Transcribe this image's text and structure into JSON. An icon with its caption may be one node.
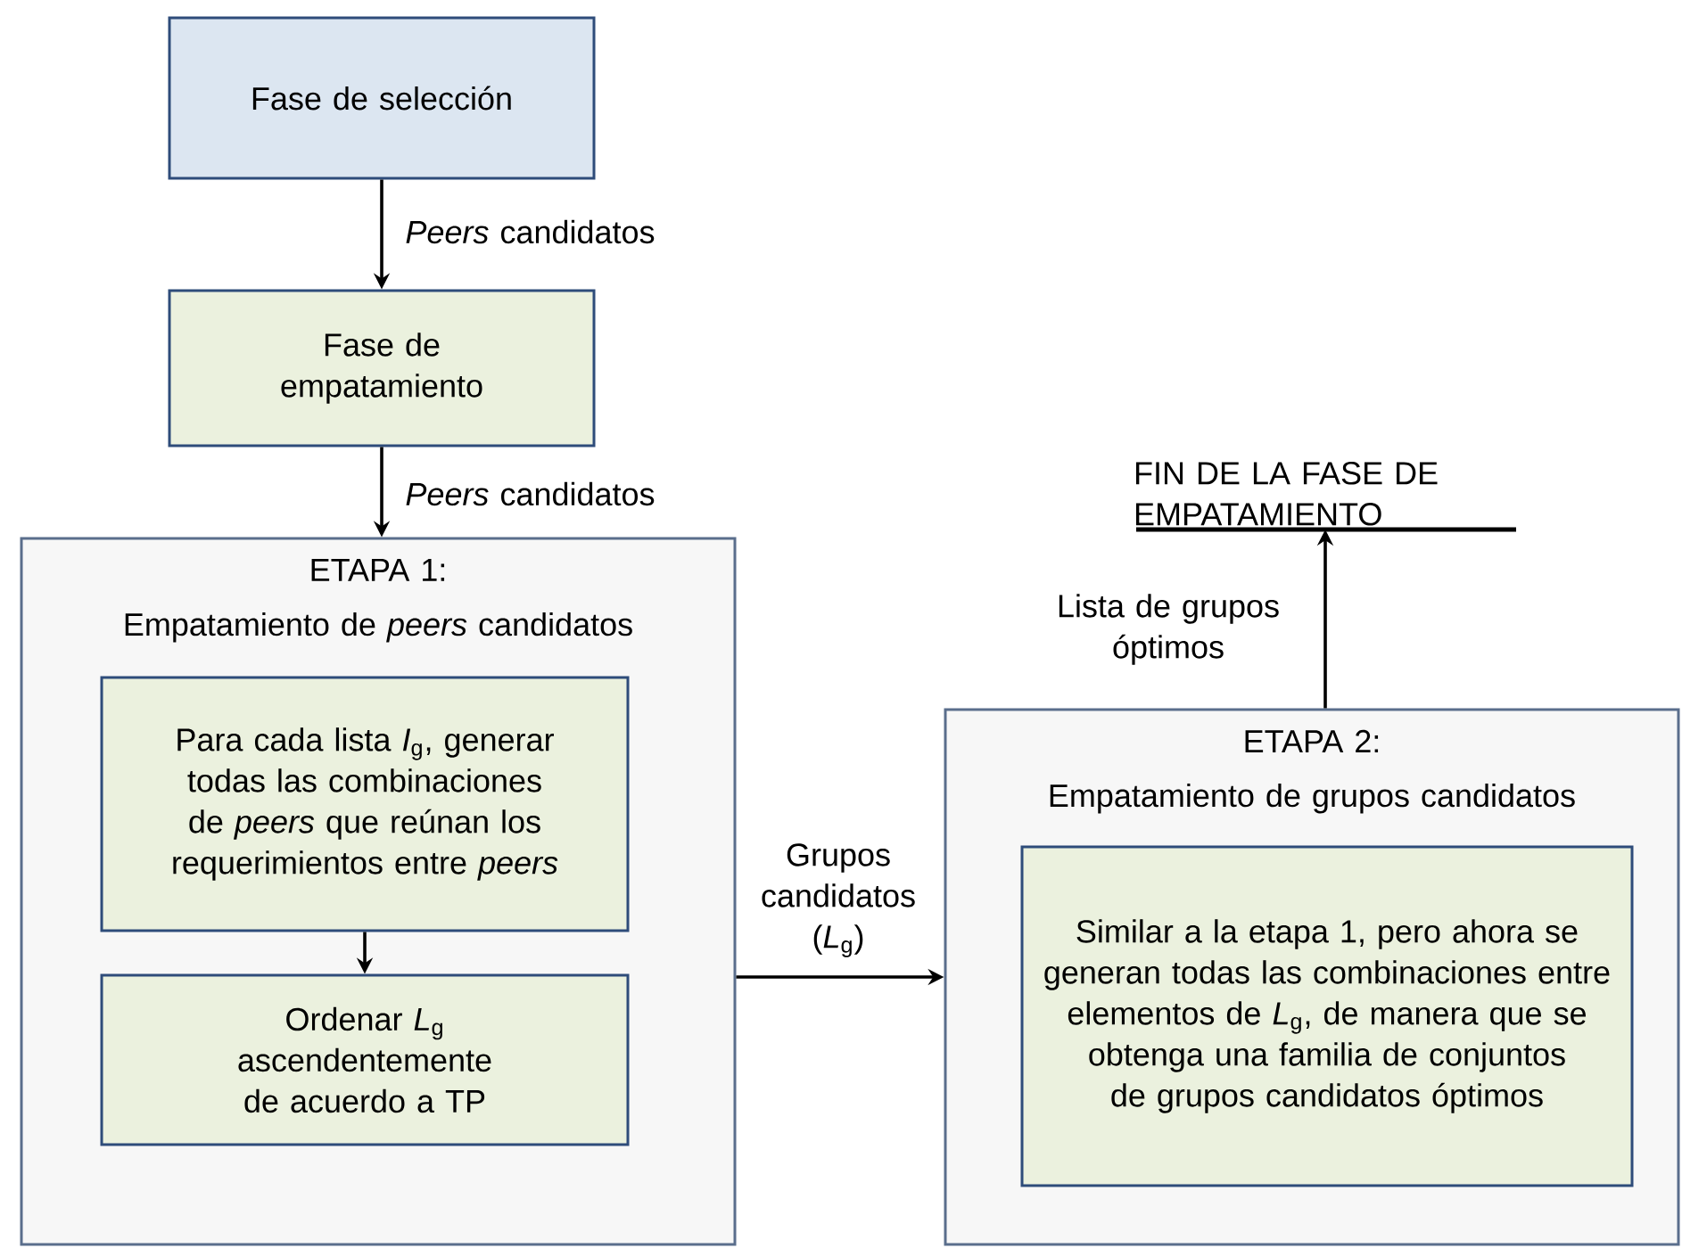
{
  "diagram": {
    "nodes": [
      {
        "text": [
          "Fase de selección"
        ]
      },
      {
        "text": [
          "Fase de empatamiento"
        ]
      },
      {
        "text": [
          "ETAPA 1:",
          "Empatamiento de *peers* candidatos"
        ]
      },
      {
        "text": [
          "Para cada lista *I*$_{g}$, generar todas las combinaciones de *peers* que reúnan los requerimientos entre *peers*"
        ],
        "in": 2
      },
      {
        "text": [
          "Ordenar *L*$_{g}$ ascendentemente de acuerdo a TP"
        ],
        "in": 2
      },
      {
        "text": [
          "ETAPA 2:",
          "Empatamiento de grupos candidatos"
        ]
      },
      {
        "text": [
          "Similar a la etapa 1, pero ahora se generan todas las combinaciones entre elementos de *L*$_{g}$, de manera que se obtenga una familia de conjuntos de grupos candidatos óptimos"
        ],
        "in": 5
      },
      {
        "text": [
          "FIN DE LA FASE DE EMPATAMIENTO"
        ]
      }
    ],
    "edges": [
      {
        "from": 0,
        "to": 1,
        "arrow": "to",
        "label": "*Peers* candidatos"
      },
      {
        "from": 1,
        "to": 2,
        "arrow": "to",
        "label": "*Peers* candidatos"
      },
      {
        "from": 3,
        "to": 4,
        "arrow": "to"
      },
      {
        "from": 2,
        "to": 5,
        "arrow": "to",
        "label": "Grupos candidatos (*L*$_{g}$)"
      },
      {
        "from": 5,
        "to": 7,
        "arrow": "to",
        "label": "Lista de grupos óptimos"
      }
    ]
  }
}
